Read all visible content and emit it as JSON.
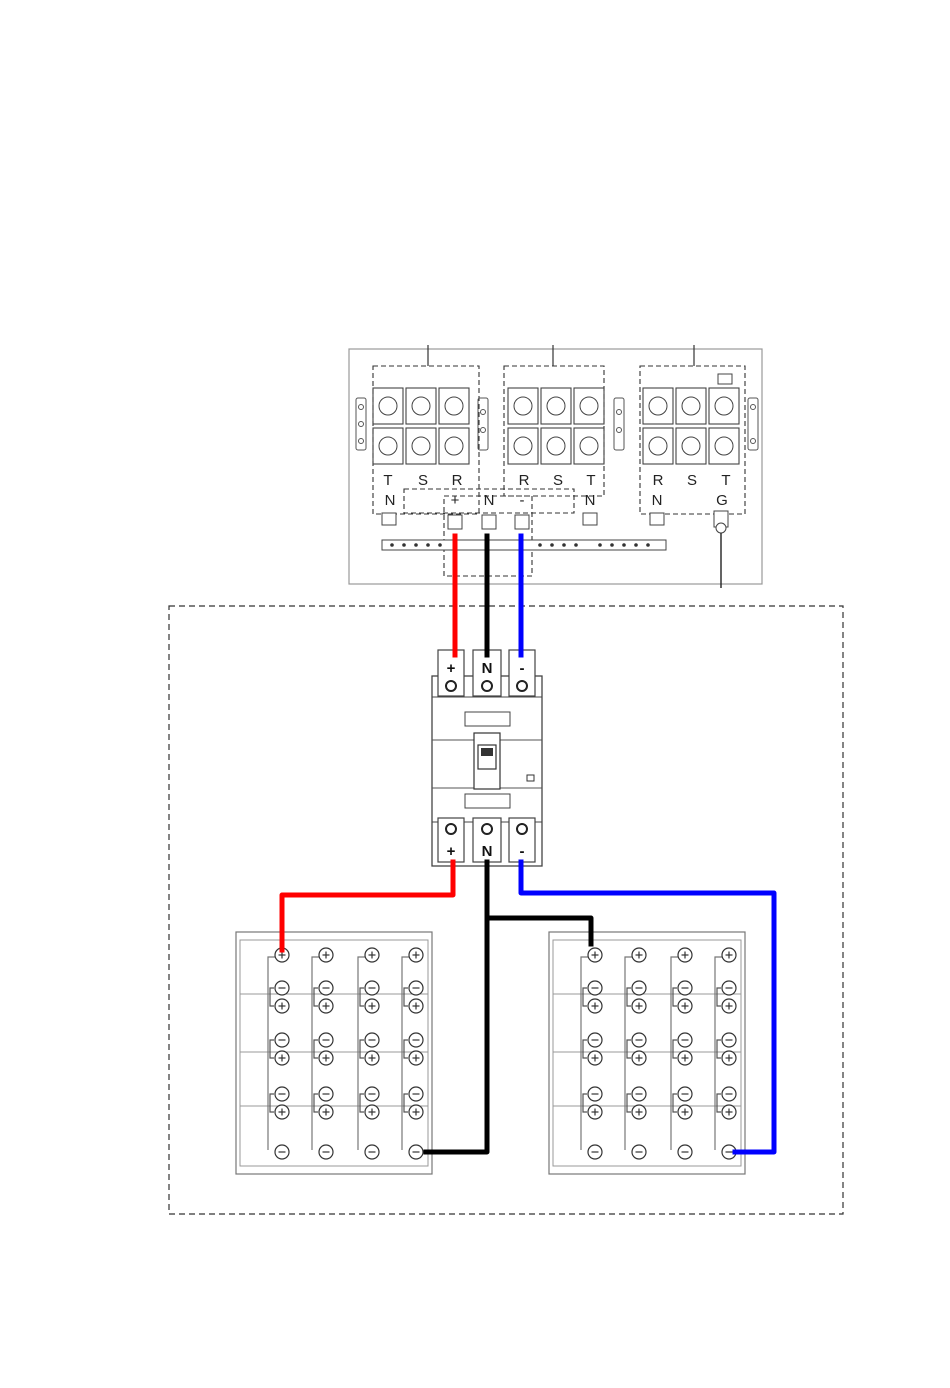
{
  "terminal_block": {
    "group_labels": {
      "g1": [
        "T",
        "S",
        "R"
      ],
      "g2": [
        "R",
        "S",
        "T"
      ],
      "g3": [
        "R",
        "S",
        "T"
      ]
    },
    "lower_labels": [
      "N",
      "+",
      "N",
      "-",
      "N",
      "N",
      "G"
    ]
  },
  "breaker": {
    "top_labels": [
      "+",
      "N",
      "-"
    ],
    "bottom_labels": [
      "+",
      "N",
      "-"
    ]
  },
  "colors": {
    "positive_wire": "#ff0000",
    "neutral_wire": "#000000",
    "negative_wire": "#0000ff",
    "outline": "#444444",
    "light_outline": "#999999"
  },
  "icons": [
    "terminal-screw-icon",
    "battery-terminal-positive-icon",
    "battery-terminal-negative-icon",
    "breaker-switch-icon"
  ]
}
